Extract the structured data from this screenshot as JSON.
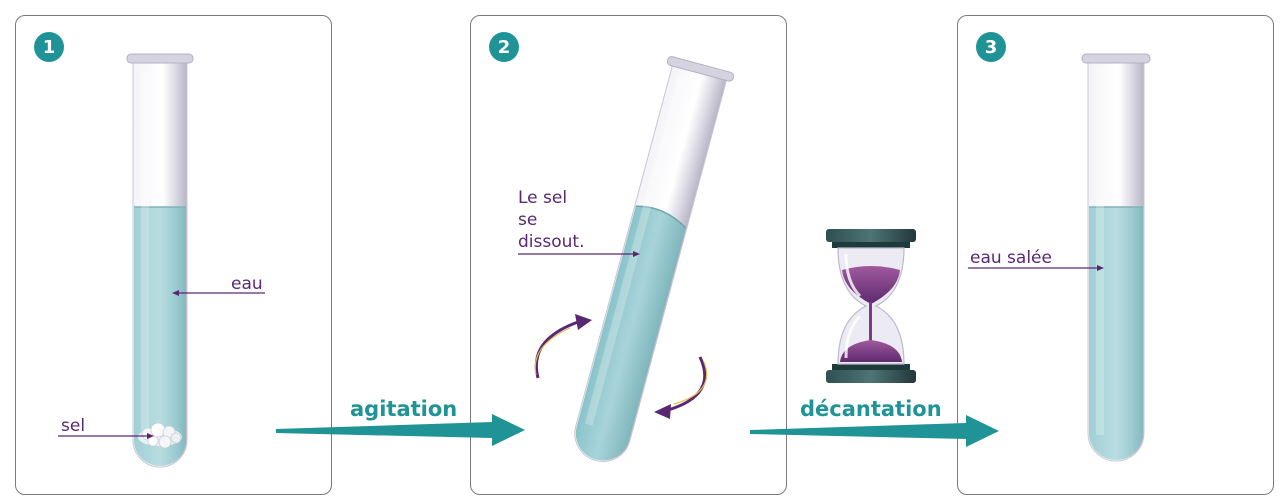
{
  "steps": [
    {
      "number": "1",
      "label_water": "eau",
      "label_salt": "sel"
    },
    {
      "number": "2",
      "label_dissolve": [
        "Le sel",
        "se",
        "dissout."
      ]
    },
    {
      "number": "3",
      "label_salt_water": "eau salée"
    }
  ],
  "arrows": {
    "first": "agitation",
    "second": "décantation"
  },
  "colors": {
    "teal": "#1f9396",
    "purple": "#5a2772",
    "water": "#a9d3d8",
    "glass": "#e8e8ee"
  },
  "icons": [
    "test-tube-icon",
    "salt-crystals-icon",
    "rotation-arrow-icon",
    "hourglass-icon",
    "flow-arrow-icon"
  ]
}
